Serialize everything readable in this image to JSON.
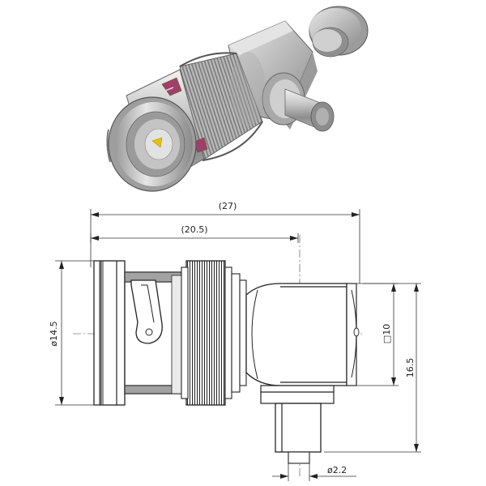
{
  "drawing": {
    "dimensions": {
      "overall_length": "(27)",
      "body_length": "(20.5)",
      "diameter_body": "ø14.5",
      "square_body": "□10",
      "height": "16.5",
      "pin_diameter": "ø2.2"
    }
  }
}
